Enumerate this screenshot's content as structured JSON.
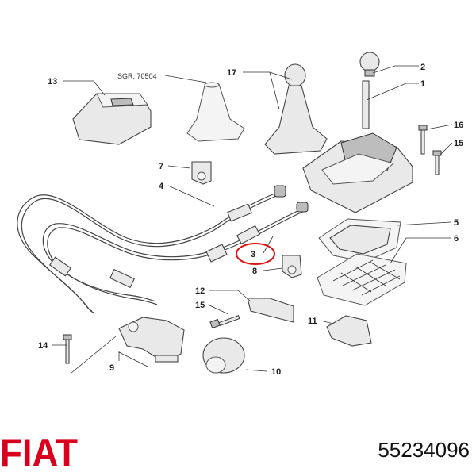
{
  "callouts": {
    "c1": "1",
    "c2": "2",
    "c3": "3",
    "c4": "4",
    "c5": "5",
    "c6": "6",
    "c7": "7",
    "c8": "8",
    "c9": "9",
    "c10": "10",
    "c11": "11",
    "c12": "12",
    "c13": "13",
    "c14": "14",
    "c15a": "15",
    "c15b": "15",
    "c16": "16",
    "c17": "17"
  },
  "note": "SGR. 70504",
  "brand": "FIAT",
  "part_number": "55234096",
  "colors": {
    "highlight": "#dd1111",
    "brand": "#d8001c"
  }
}
